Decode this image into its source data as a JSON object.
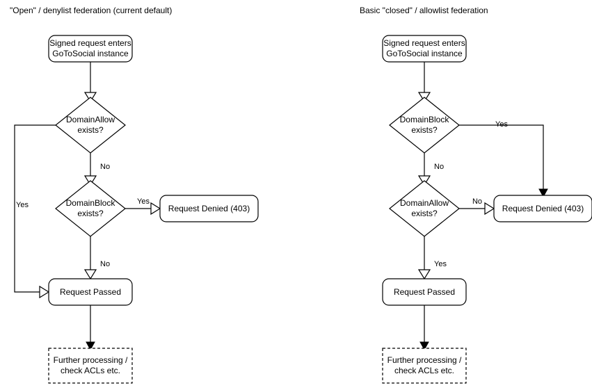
{
  "diagram": {
    "type": "flowchart",
    "title_left": "\"Open\" / denylist federation (current default)",
    "title_right": "Basic \"closed\" / allowlist federation",
    "colors": {
      "stroke": "#000000",
      "fill": "#ffffff",
      "text": "#000000"
    },
    "columns": [
      {
        "id": "open-denylist",
        "title": "\"Open\" / denylist federation (current default)",
        "nodes": [
          {
            "id": "l-entry",
            "shape": "rounded-rect",
            "lines": [
              "Signed request enters",
              "GoToSocial instance"
            ]
          },
          {
            "id": "l-domain-allow",
            "shape": "diamond",
            "lines": [
              "DomainAllow",
              "exists?"
            ]
          },
          {
            "id": "l-domain-block",
            "shape": "diamond",
            "lines": [
              "DomainBlock",
              "exists?"
            ]
          },
          {
            "id": "l-denied",
            "shape": "rounded-rect",
            "lines": [
              "Request Denied (403)"
            ]
          },
          {
            "id": "l-passed",
            "shape": "rounded-rect",
            "lines": [
              "Request Passed"
            ]
          },
          {
            "id": "l-further",
            "shape": "dashed-rect",
            "lines": [
              "Further processing /",
              "check ACLs etc."
            ]
          }
        ],
        "edges": [
          {
            "id": "l-e1",
            "from": "l-entry",
            "to": "l-domain-allow",
            "label": ""
          },
          {
            "id": "l-e2",
            "from": "l-domain-allow",
            "to": "l-domain-block",
            "label": "No"
          },
          {
            "id": "l-e3",
            "from": "l-domain-allow",
            "to": "l-passed",
            "label": "Yes"
          },
          {
            "id": "l-e4",
            "from": "l-domain-block",
            "to": "l-denied",
            "label": "Yes"
          },
          {
            "id": "l-e5",
            "from": "l-domain-block",
            "to": "l-passed",
            "label": "No"
          },
          {
            "id": "l-e6",
            "from": "l-passed",
            "to": "l-further",
            "label": ""
          }
        ]
      },
      {
        "id": "closed-allowlist",
        "title": "Basic \"closed\" / allowlist federation",
        "nodes": [
          {
            "id": "r-entry",
            "shape": "rounded-rect",
            "lines": [
              "Signed request enters",
              "GoToSocial instance"
            ]
          },
          {
            "id": "r-domain-block",
            "shape": "diamond",
            "lines": [
              "DomainBlock",
              "exists?"
            ]
          },
          {
            "id": "r-domain-allow",
            "shape": "diamond",
            "lines": [
              "DomainAllow",
              "exists?"
            ]
          },
          {
            "id": "r-denied",
            "shape": "rounded-rect",
            "lines": [
              "Request Denied (403)"
            ]
          },
          {
            "id": "r-passed",
            "shape": "rounded-rect",
            "lines": [
              "Request Passed"
            ]
          },
          {
            "id": "r-further",
            "shape": "dashed-rect",
            "lines": [
              "Further processing /",
              "check ACLs etc."
            ]
          }
        ],
        "edges": [
          {
            "id": "r-e1",
            "from": "r-entry",
            "to": "r-domain-block",
            "label": ""
          },
          {
            "id": "r-e2",
            "from": "r-domain-block",
            "to": "r-denied",
            "label": "Yes"
          },
          {
            "id": "r-e3",
            "from": "r-domain-block",
            "to": "r-domain-allow",
            "label": "No"
          },
          {
            "id": "r-e4",
            "from": "r-domain-allow",
            "to": "r-denied",
            "label": "No"
          },
          {
            "id": "r-e5",
            "from": "r-domain-allow",
            "to": "r-passed",
            "label": "Yes"
          },
          {
            "id": "r-e6",
            "from": "r-passed",
            "to": "r-further",
            "label": ""
          }
        ]
      }
    ],
    "labels": {
      "entry_line1": "Signed request enters",
      "entry_line2": "GoToSocial instance",
      "domain_allow_line1": "DomainAllow",
      "domain_allow_line2": "exists?",
      "domain_block_line1": "DomainBlock",
      "domain_block_line2": "exists?",
      "request_denied": "Request Denied (403)",
      "request_passed": "Request Passed",
      "further_line1": "Further processing /",
      "further_line2": "check ACLs etc.",
      "yes": "Yes",
      "no": "No"
    }
  }
}
